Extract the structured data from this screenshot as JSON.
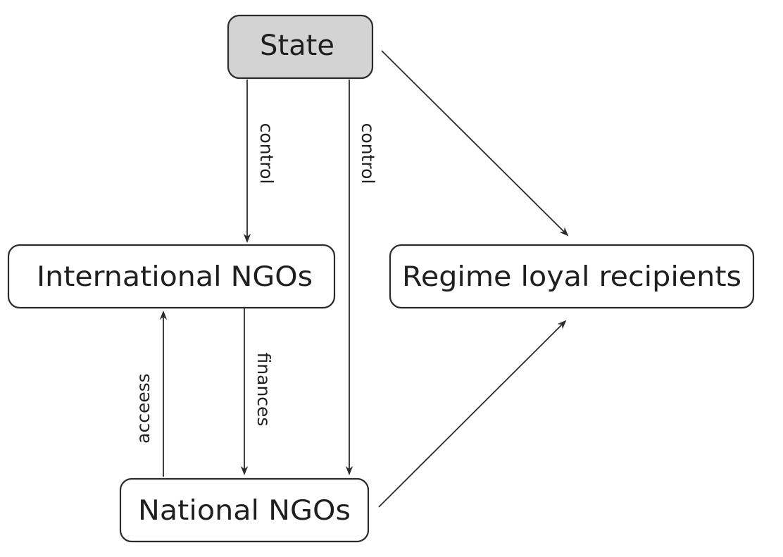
{
  "nodes": {
    "state": {
      "label": "State",
      "fill": "#d3d3d3"
    },
    "international": {
      "label": "International NGOs",
      "fill": "#ffffff"
    },
    "regime": {
      "label": "Regime loyal recipients",
      "fill": "#ffffff"
    },
    "national": {
      "label": "National NGOs",
      "fill": "#ffffff"
    }
  },
  "edges": {
    "state_to_international": {
      "from": "State",
      "to": "International NGOs",
      "label": "control"
    },
    "state_to_national": {
      "from": "State",
      "to": "National NGOs",
      "label": "control"
    },
    "state_to_regime": {
      "from": "State",
      "to": "Regime loyal recipients",
      "label": ""
    },
    "international_to_national": {
      "from": "International NGOs",
      "to": "National NGOs",
      "label": "finances"
    },
    "national_to_international": {
      "from": "National NGOs",
      "to": "International NGOs",
      "label": "acceess"
    },
    "national_to_regime": {
      "from": "National NGOs",
      "to": "Regime loyal recipients",
      "label": ""
    }
  },
  "colors": {
    "stroke": "#2b2b2b",
    "text": "#1f1f1f",
    "state_fill": "#d3d3d3"
  }
}
